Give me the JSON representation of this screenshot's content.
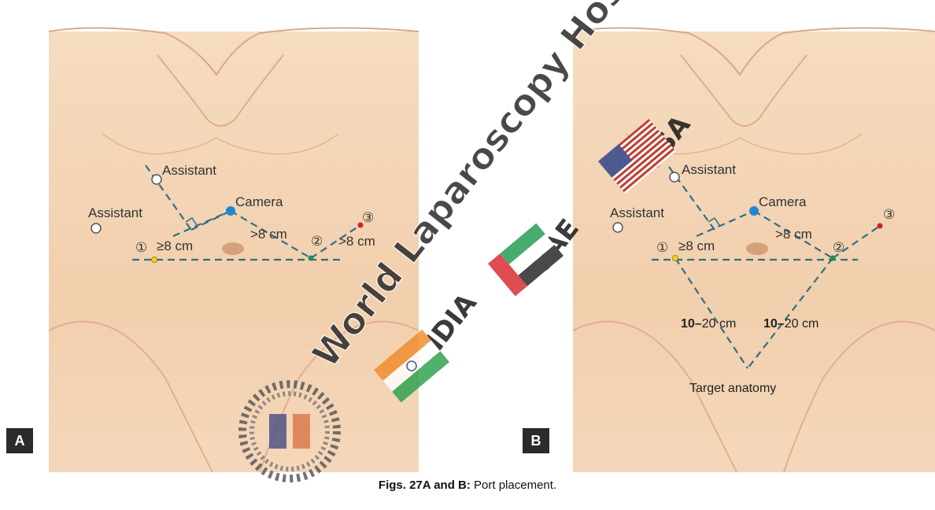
{
  "panels": [
    {
      "tag": "A",
      "labels": {
        "assistant_upper": "Assistant",
        "assistant_left": "Assistant",
        "camera": "Camera",
        "dist_1": "≥8 cm",
        "dist_2": ">8 cm",
        "dist_3": ">8 cm",
        "port_1": "①",
        "port_2": "②",
        "port_3": "③"
      }
    },
    {
      "tag": "B",
      "labels": {
        "assistant_upper": "Assistant",
        "assistant_left": "Assistant",
        "camera": "Camera",
        "dist_1": "≥8 cm",
        "dist_2": ">8 cm",
        "port_1": "①",
        "port_2": "②",
        "port_3": "③",
        "range_left_bold": "10–",
        "range_left_rest": "20 cm",
        "range_right_bold": "10–",
        "range_right_rest": "20 cm",
        "target": "Target anatomy"
      }
    }
  ],
  "watermark": {
    "line1": "World Laparoscopy Hospital",
    "line2": "INDIA",
    "line3": "UAE",
    "line4": "USA"
  },
  "caption": {
    "bold": "Figs. 27A and B:",
    "rest": " Port placement."
  },
  "colors": {
    "skin": "#f3d3b3",
    "skin_shade": "#e7b994",
    "dash": "#2f6f86",
    "port_yellow": "#f2d21f",
    "port_green": "#1d8f55",
    "port_red": "#d0231f",
    "camera_blue": "#1f86d6"
  }
}
